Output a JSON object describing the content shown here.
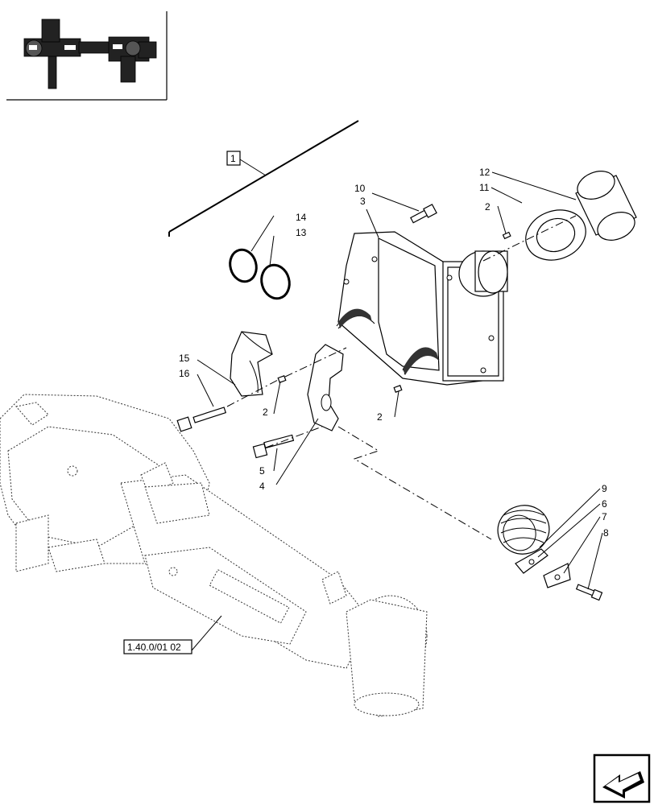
{
  "callouts": {
    "group_ref": "1",
    "p1": "1",
    "p2a": "2",
    "p2b": "2",
    "p2c": "2",
    "p3": "3",
    "p4": "4",
    "p5": "5",
    "p6": "6",
    "p7": "7",
    "p8": "8",
    "p9": "9",
    "p10": "10",
    "p11": "11",
    "p12": "12",
    "p13": "13",
    "p14": "14",
    "p15": "15",
    "p16": "16"
  },
  "reference_box": "1.40.0/01 02",
  "icons": {
    "thumbnail": "axle-assembly-thumbnail-icon",
    "navigation": "next-page-arrow-icon"
  }
}
